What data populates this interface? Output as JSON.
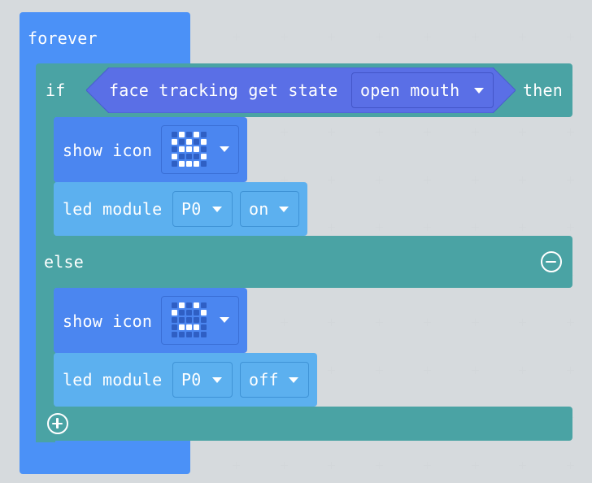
{
  "workspace": {
    "forever_label": "forever",
    "if_label": "if",
    "then_label": "then",
    "else_label": "else",
    "condition": {
      "label": "face tracking get state",
      "state_value": "open mouth"
    },
    "then_branch": {
      "show_icon_label": "show icon",
      "icon_pattern": [
        0,
        1,
        0,
        1,
        0,
        1,
        0,
        1,
        0,
        1,
        0,
        1,
        1,
        1,
        0,
        1,
        0,
        0,
        0,
        1,
        0,
        1,
        1,
        1,
        0
      ],
      "led_label": "led module",
      "pin": "P0",
      "switch": "on"
    },
    "else_branch": {
      "show_icon_label": "show icon",
      "icon_pattern": [
        0,
        1,
        0,
        1,
        0,
        1,
        0,
        0,
        0,
        1,
        0,
        0,
        0,
        0,
        0,
        0,
        1,
        1,
        1,
        0,
        0,
        0,
        0,
        0,
        0
      ],
      "led_label": "led module",
      "pin": "P0",
      "switch": "off"
    },
    "icons": {
      "remove_else": "minus-circle-icon",
      "add_else": "plus-circle-icon",
      "dropdown": "caret-down-icon"
    }
  },
  "colors": {
    "background": "#eceff1",
    "forever_block": "#4b91f7",
    "if_block": "#4aa3a4",
    "condition_block": "#5a6fe6",
    "basic_block": "#4b86f0",
    "led_block": "#5cb0ef"
  }
}
